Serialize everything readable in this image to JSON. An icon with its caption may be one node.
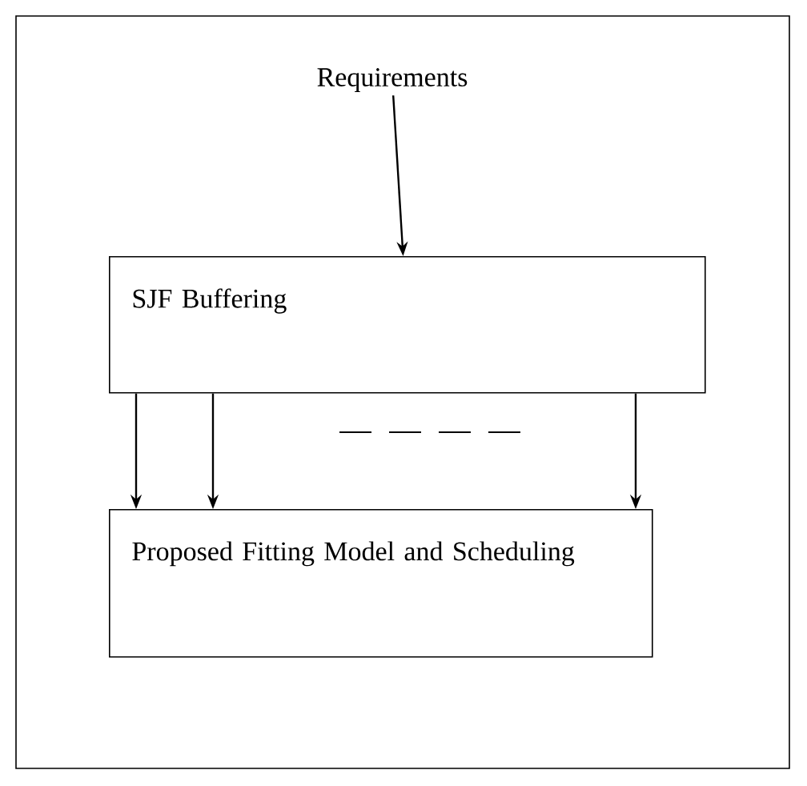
{
  "diagram": {
    "nodes": [
      {
        "text": [
          "Requirements"
        ]
      },
      {
        "text": [
          "SJF Buffering"
        ]
      },
      {
        "text": [
          "Proposed Fitting Model and Scheduling"
        ]
      }
    ],
    "edges": [
      {
        "from": 0,
        "to": 1,
        "arrow": "to"
      },
      {
        "from": 1,
        "to": 2,
        "arrow": "to"
      },
      {
        "from": 1,
        "to": 2,
        "arrow": "to"
      },
      {
        "from": 1,
        "to": 2,
        "arrow": "to"
      }
    ]
  }
}
